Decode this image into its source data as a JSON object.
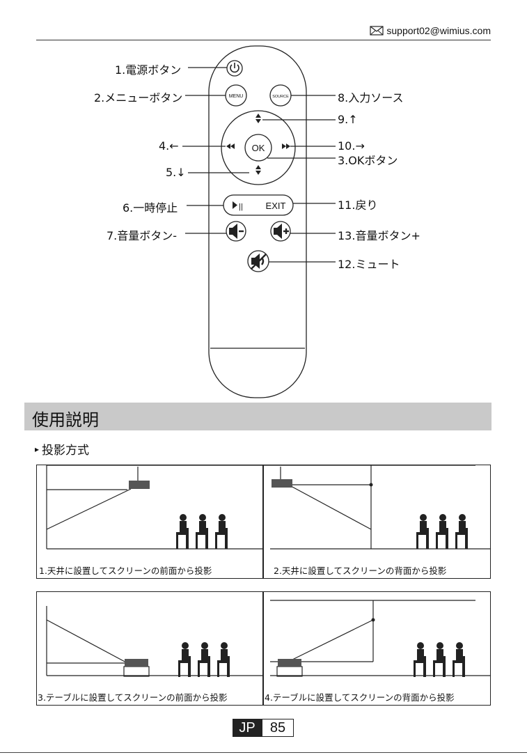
{
  "header": {
    "email": "support02@wimius.com",
    "email_icon": "envelope-icon"
  },
  "remote": {
    "labels": {
      "power": "1.電源ボタン",
      "menu": "2.メニューボタン",
      "ok": "3.OKボタン",
      "left": "4.←",
      "down": "5.↓",
      "pause": "6.一時停止",
      "vol_down": "7.音量ボタン-",
      "source": "8.入力ソース",
      "up": "9.↑",
      "right": "10.→",
      "back": "11.戻り",
      "mute": "12.ミュート",
      "vol_up": "13.音量ボタン+"
    },
    "buttons": {
      "menu": "MENU",
      "source": "SOURCE",
      "ok": "OK",
      "exit": "EXIT",
      "play_pause": "▶||"
    }
  },
  "section": {
    "title": "使用説明",
    "subtitle": "投影方式",
    "subtitle_marker": "▸"
  },
  "diagrams": [
    {
      "caption": "1.天井に設置してスクリーンの前面から投影"
    },
    {
      "caption": "2.天井に設置してスクリーンの背面から投影"
    },
    {
      "caption": "3.テーブルに設置してスクリーンの前面から投影"
    },
    {
      "caption": "4.テーブルに設置してスクリーンの背面から投影"
    }
  ],
  "footer": {
    "lang": "JP",
    "page": "85"
  }
}
